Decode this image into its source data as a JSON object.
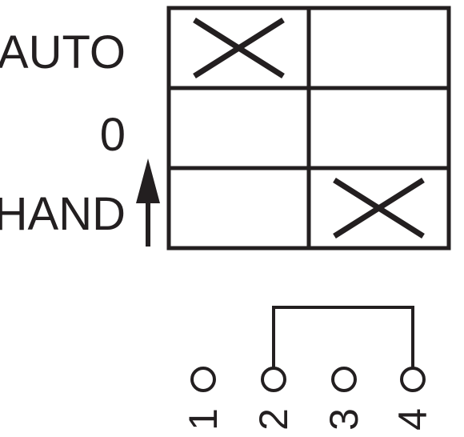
{
  "switch_diagram": {
    "positions": [
      {
        "label": "AUTO",
        "contacts": [
          true,
          false
        ]
      },
      {
        "label": "0",
        "contacts": [
          false,
          false
        ]
      },
      {
        "label": "HAND",
        "contacts": [
          false,
          true
        ]
      }
    ],
    "terminals": [
      "1",
      "2",
      "3",
      "4"
    ],
    "colors": {
      "ink": "#231f20",
      "background": "#ffffff"
    }
  }
}
